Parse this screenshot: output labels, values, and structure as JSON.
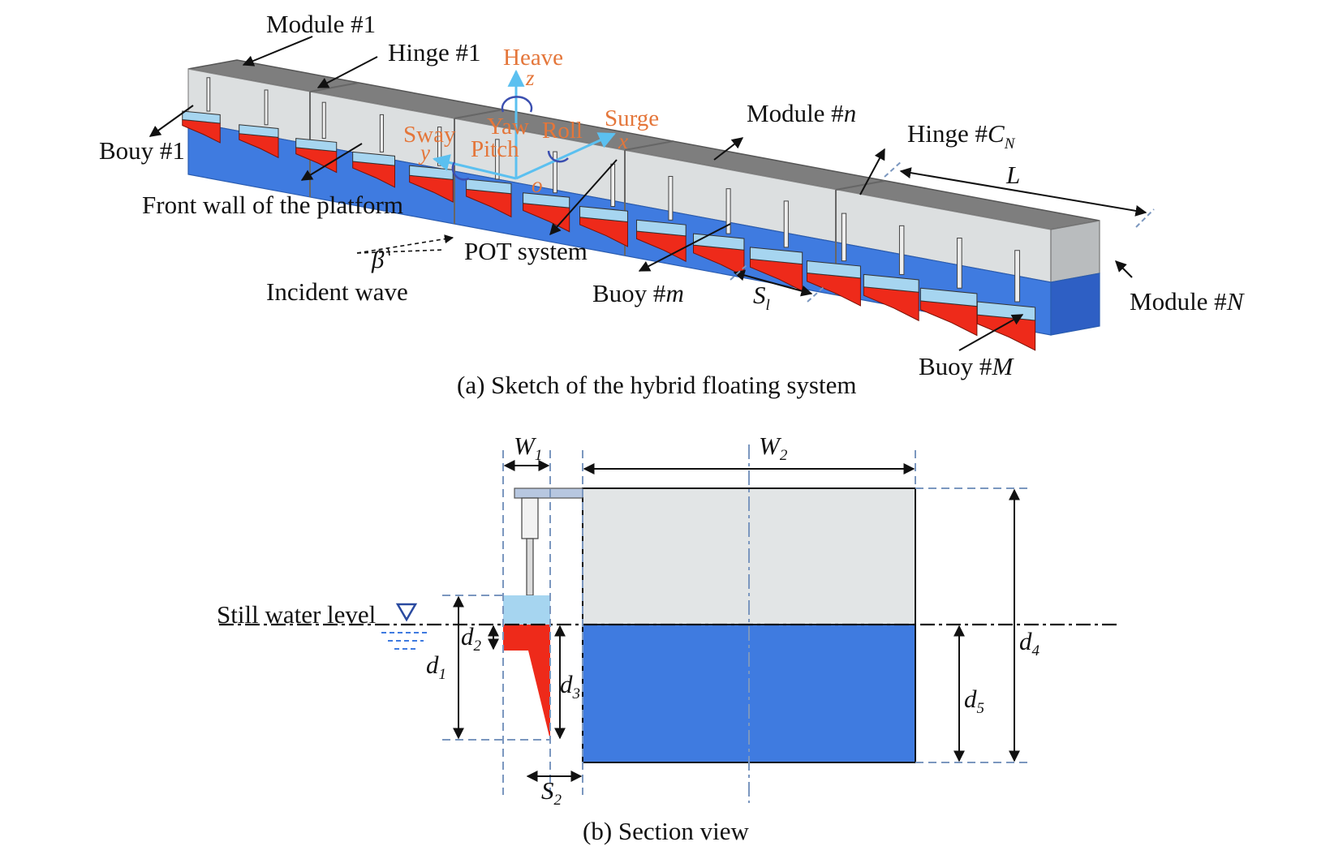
{
  "colors": {
    "platform_top": "#7e7e7e",
    "platform_side": "#dcdfe0",
    "submerged": "#3f7be0",
    "buoy_red": "#ee2a1a",
    "buoy_light": "#a6d5f0",
    "axis_blue": "#5bc0f0",
    "dash_line": "#7b97bf",
    "label_orange": "#e4763a"
  },
  "sketch": {
    "caption": "(a)  Sketch of the hybrid floating system",
    "labels": {
      "module_1": "Module #1",
      "hinge_1": "Hinge #1",
      "bouy_1": "Bouy #1",
      "front_wall": "Front wall of the platform",
      "incident_wave": "Incident wave",
      "beta": "β",
      "pot_system": "POT system",
      "module_n_prefix": "Module #",
      "module_n_var": "n",
      "hinge_cn_prefix": "Hinge #",
      "hinge_cn_var": "C",
      "hinge_cn_sub": "N",
      "length_L": "L",
      "buoy_m_prefix": "Buoy #",
      "buoy_m_var": "m",
      "s_l_var": "S",
      "s_l_sub": "l",
      "module_N_prefix": "Module #",
      "module_N_var": "N",
      "buoy_M_prefix": "Buoy #",
      "buoy_M_var": "M"
    },
    "motions": {
      "heave": "Heave",
      "surge": "Surge",
      "sway": "Sway",
      "yaw": "Yaw",
      "roll": "Roll",
      "pitch": "Pitch",
      "axis_z": "z",
      "axis_x": "x",
      "axis_y": "y",
      "origin": "o"
    }
  },
  "section": {
    "caption": "(b) Section view",
    "still_water_level": "Still water level",
    "dims": {
      "w1": {
        "var": "W",
        "sub": "1"
      },
      "w2": {
        "var": "W",
        "sub": "2"
      },
      "d1": {
        "var": "d",
        "sub": "1"
      },
      "d2": {
        "var": "d",
        "sub": "2"
      },
      "d3": {
        "var": "d",
        "sub": "3"
      },
      "d4": {
        "var": "d",
        "sub": "4"
      },
      "d5": {
        "var": "d",
        "sub": "5"
      },
      "s2": {
        "var": "S",
        "sub": "2"
      }
    }
  }
}
